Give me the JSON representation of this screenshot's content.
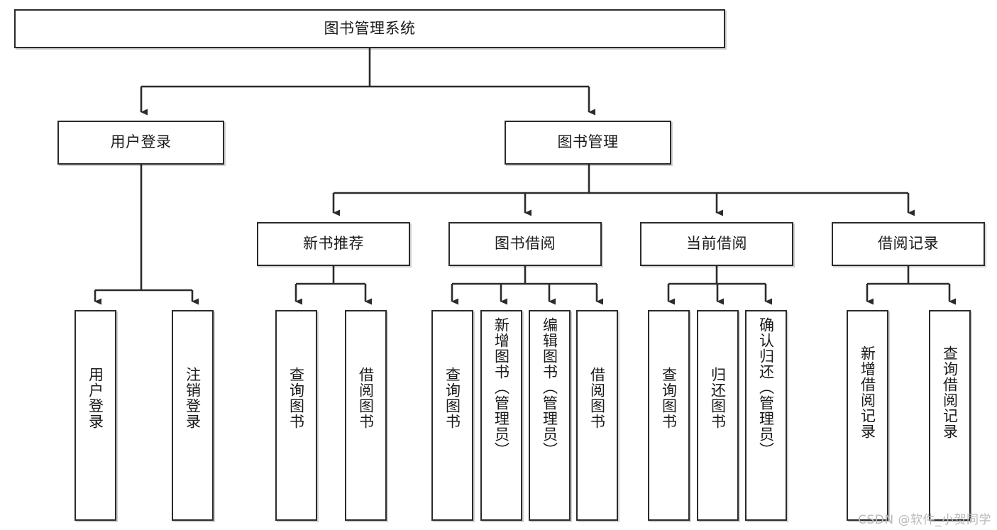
{
  "diagram": {
    "type": "tree-hierarchy",
    "title": "图书管理系统",
    "root": {
      "label": "图书管理系统"
    },
    "level2": [
      {
        "label": "用户登录"
      },
      {
        "label": "图书管理"
      }
    ],
    "level3": [
      {
        "label": "新书推荐"
      },
      {
        "label": "图书借阅"
      },
      {
        "label": "当前借阅"
      },
      {
        "label": "借阅记录"
      }
    ],
    "leaves": {
      "user_login": [
        {
          "label": "用户登录"
        },
        {
          "label": "注销登录"
        }
      ],
      "new_book_recommend": [
        {
          "label": "查询图书"
        },
        {
          "label": "借阅图书"
        }
      ],
      "book_borrow": [
        {
          "label": "查询图书"
        },
        {
          "label": "新增图书（管理员）"
        },
        {
          "label": "编辑图书（管理员）"
        },
        {
          "label": "借阅图书"
        }
      ],
      "current_borrow": [
        {
          "label": "查询图书"
        },
        {
          "label": "归还图书"
        },
        {
          "label": "确认归还（管理员）"
        }
      ],
      "borrow_record": [
        {
          "label": "新增借阅记录"
        },
        {
          "label": "查询借阅记录"
        }
      ]
    }
  },
  "watermark": {
    "text": "CSDN @软件_小贺同学"
  },
  "colors": {
    "border": "#2b2b2b",
    "background": "#ffffff",
    "text": "#1a1a1a",
    "watermark": "#b9b9b9"
  }
}
